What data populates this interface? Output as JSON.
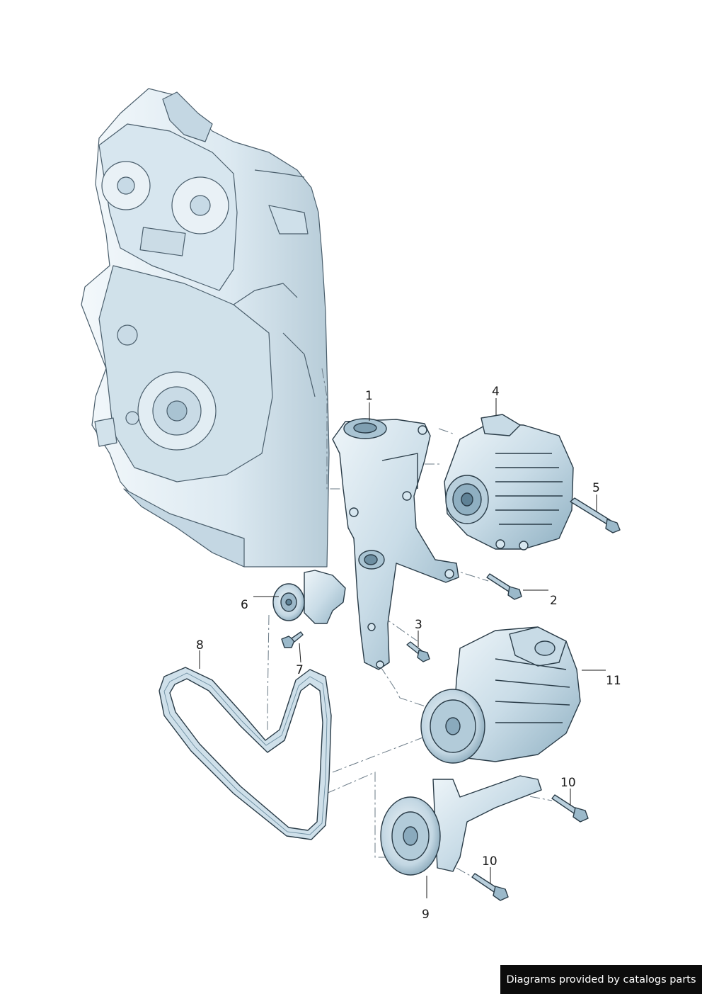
{
  "callouts": [
    "1",
    "2",
    "3",
    "4",
    "5",
    "6",
    "7",
    "8",
    "9",
    "10",
    "10",
    "11"
  ],
  "footer": {
    "credit": "Diagrams provided by catalogs parts"
  },
  "colors": {
    "part_fill": "#d6e6ef",
    "part_shade": "#9fbdcd",
    "engine_fill": "#e4eef4",
    "outline": "#2a3c48"
  }
}
